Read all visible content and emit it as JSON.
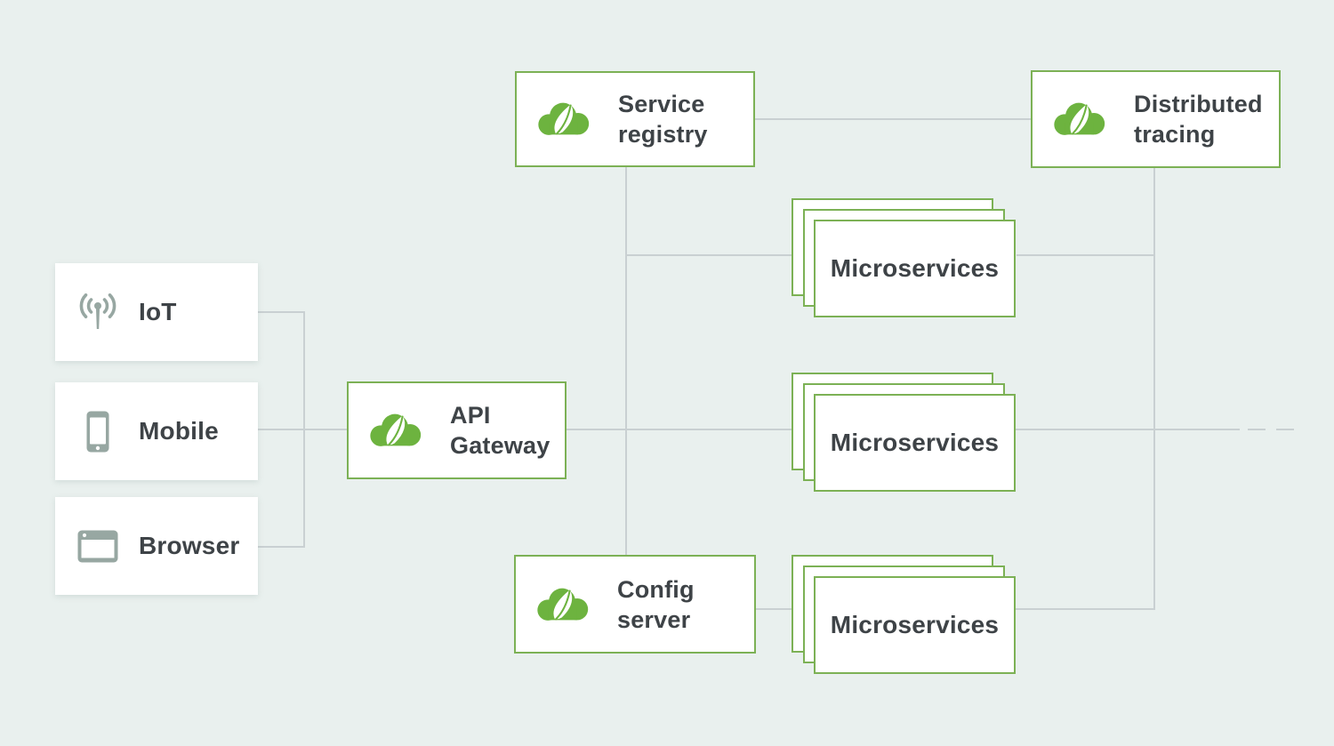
{
  "title": "Spring Cloud microservices architecture diagram",
  "colors": {
    "background": "#e9f0ee",
    "box_border_green": "#7cb155",
    "spring_logo_green": "#6db33f",
    "connector_line": "#c9d0d2",
    "client_icon_gray": "#97a7a2",
    "text": "#3e4347"
  },
  "clients": [
    {
      "id": "iot",
      "label": "IoT",
      "icon": "antenna-broadcast-icon"
    },
    {
      "id": "mobile",
      "label": "Mobile",
      "icon": "smartphone-icon"
    },
    {
      "id": "browser",
      "label": "Browser",
      "icon": "browser-window-icon"
    }
  ],
  "nodes": {
    "api_gateway": {
      "label": "API Gateway",
      "icon": "spring-cloud-icon"
    },
    "service_registry": {
      "label": "Service registry",
      "icon": "spring-cloud-icon"
    },
    "distributed_tracing": {
      "label": "Distributed tracing",
      "icon": "spring-cloud-icon"
    },
    "config_server": {
      "label": "Config server",
      "icon": "spring-cloud-icon"
    }
  },
  "stacks": [
    {
      "id": "microservices_top",
      "label": "Microservices"
    },
    {
      "id": "microservices_middle",
      "label": "Microservices"
    },
    {
      "id": "microservices_bottom",
      "label": "Microservices"
    }
  ],
  "edges": [
    {
      "from": "iot",
      "to": "api_gateway"
    },
    {
      "from": "mobile",
      "to": "api_gateway"
    },
    {
      "from": "browser",
      "to": "api_gateway"
    },
    {
      "from": "api_gateway",
      "to": "microservices_middle"
    },
    {
      "from": "service_registry",
      "to": "distributed_tracing"
    },
    {
      "from": "service_registry",
      "to": "microservices_top"
    },
    {
      "from": "service_registry",
      "to": "config_server"
    },
    {
      "from": "config_server",
      "to": "microservices_bottom"
    },
    {
      "from": "microservices_top",
      "to": "distributed_tracing"
    },
    {
      "from": "microservices_middle",
      "to": "distributed_tracing_trunk_dashed_continuation"
    },
    {
      "from": "microservices_bottom",
      "to": "distributed_tracing"
    }
  ]
}
